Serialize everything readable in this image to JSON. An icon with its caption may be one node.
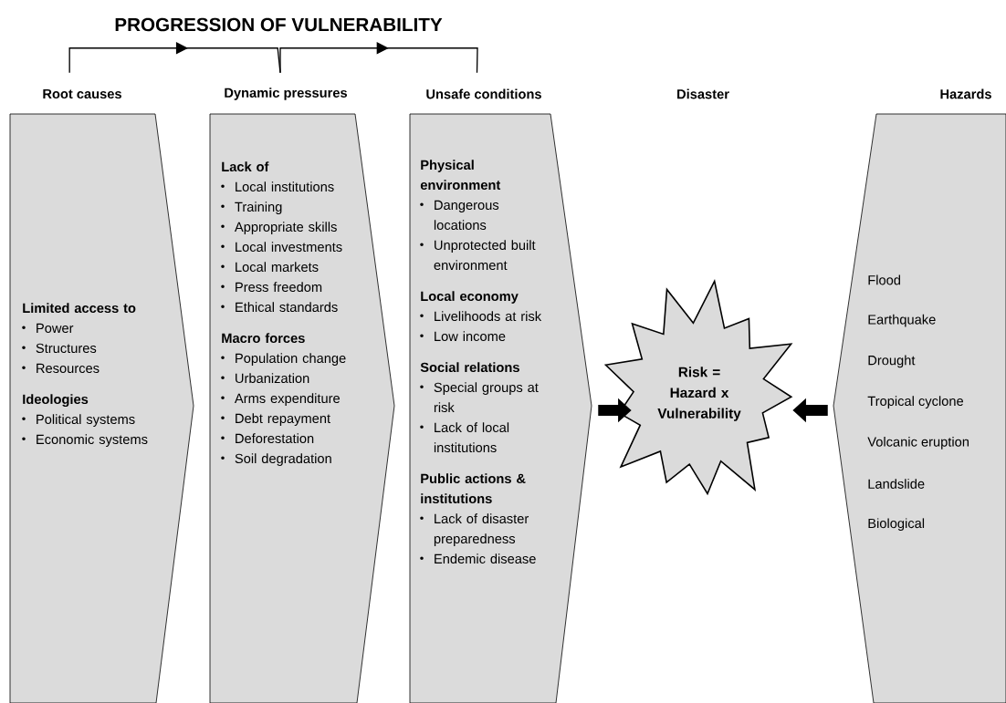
{
  "diagram": {
    "title": "PROGRESSION OF VULNERABILITY",
    "nodes": [
      {
        "text": [
          "Root causes",
          "Limited access to",
          "Power",
          "Structures",
          "Resources",
          "Ideologies",
          "Political systems",
          "Economic systems"
        ]
      },
      {
        "text": [
          "Dynamic pressures",
          "Lack of",
          "Local institutions",
          "Training",
          "Appropriate skills",
          "Local investments",
          "Local markets",
          "Press freedom",
          "Ethical standards",
          "Macro forces",
          "Population change",
          "Urbanization",
          "Arms expenditure",
          "Debt repayment",
          "Deforestation",
          "Soil degradation"
        ]
      },
      {
        "text": [
          "Unsafe conditions",
          "Physical environment",
          "Dangerous locations",
          "Unprotected built environment",
          "Local economy",
          "Livelihoods at risk",
          "Low income",
          "Social relations",
          "Special groups at risk",
          "Lack of local institutions",
          "Public actions & institutions",
          "Lack of disaster preparedness",
          "Endemic disease"
        ]
      },
      {
        "text": [
          "Risk = Hazard x Vulnerability"
        ]
      },
      {
        "text": [
          "Hazards",
          "Flood",
          "Earthquake",
          "Drought",
          "Tropical cyclone",
          "Volcanic eruption",
          "Landslide",
          "Biological"
        ]
      }
    ],
    "edges": [
      {
        "from": 0,
        "to": 1,
        "arrow": "to"
      },
      {
        "from": 1,
        "to": 2,
        "arrow": "to"
      },
      {
        "from": 2,
        "to": 3,
        "arrow": "to",
        "style": "thick"
      },
      {
        "from": 4,
        "to": 3,
        "arrow": "to",
        "style": "thick"
      }
    ],
    "labels": [
      "Disaster"
    ]
  }
}
